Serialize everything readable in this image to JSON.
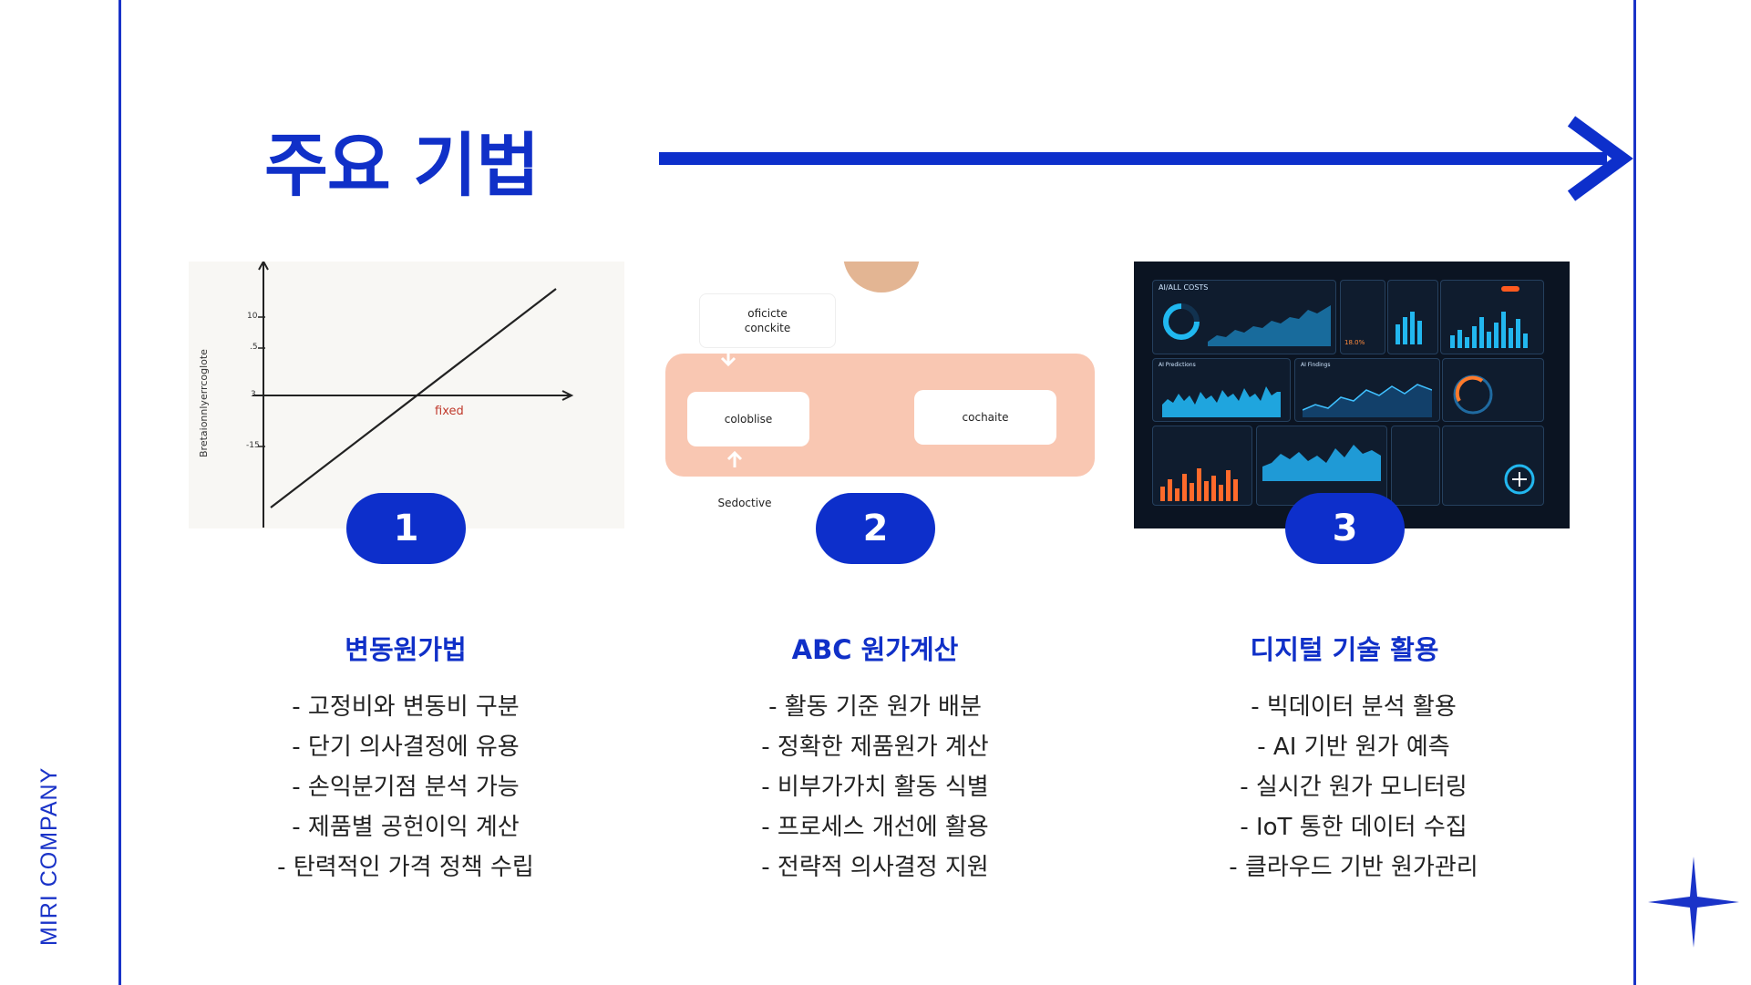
{
  "brand": "MIRI COMPANY",
  "title": "주요 기법",
  "colors": {
    "primary": "#1030c8",
    "badge": "#0d2fcb",
    "salmon": "#f9c7b2"
  },
  "columns": [
    {
      "number": "1",
      "title": "변동원가법",
      "bullets": [
        "- 고정비와 변동비 구분",
        "- 단기 의사결정에 유용",
        "- 손익분기점 분석 가능",
        "- 제품별 공헌이익 계산",
        "- 탄력적인 가격 정책 수립"
      ],
      "image": {
        "ylabel": "Bretaionnlyerrcoglote",
        "ticks": [
          "10",
          ".5",
          "3",
          "-15"
        ],
        "line_label": "fixed"
      }
    },
    {
      "number": "2",
      "title": "ABC 원가계산",
      "bullets": [
        "- 활동 기준 원가 배분",
        "- 정확한 제품원가 계산",
        "- 비부가가치 활동 식별",
        "- 프로세스 개선에 활용",
        "- 전략적 의사결정 지원"
      ],
      "image": {
        "box_top": "oficicte conckite",
        "box_left": "coloblise",
        "box_right": "cochaite",
        "box_bottom": "Sedoctive"
      }
    },
    {
      "number": "3",
      "title": "디지털 기술 활용",
      "bullets": [
        "- 빅데이터 분석 활용",
        "- AI 기반 원가 예측",
        "- 실시간 원가 모니터링",
        "- IoT 통한 데이터 수집",
        "- 클라우드 기반 원가관리"
      ],
      "image": {
        "panel_title": "AI/ALL COSTS",
        "panel_predictions": "AI Predictions",
        "panel_findings": "AI Findings",
        "percent": "18.0%"
      }
    }
  ]
}
